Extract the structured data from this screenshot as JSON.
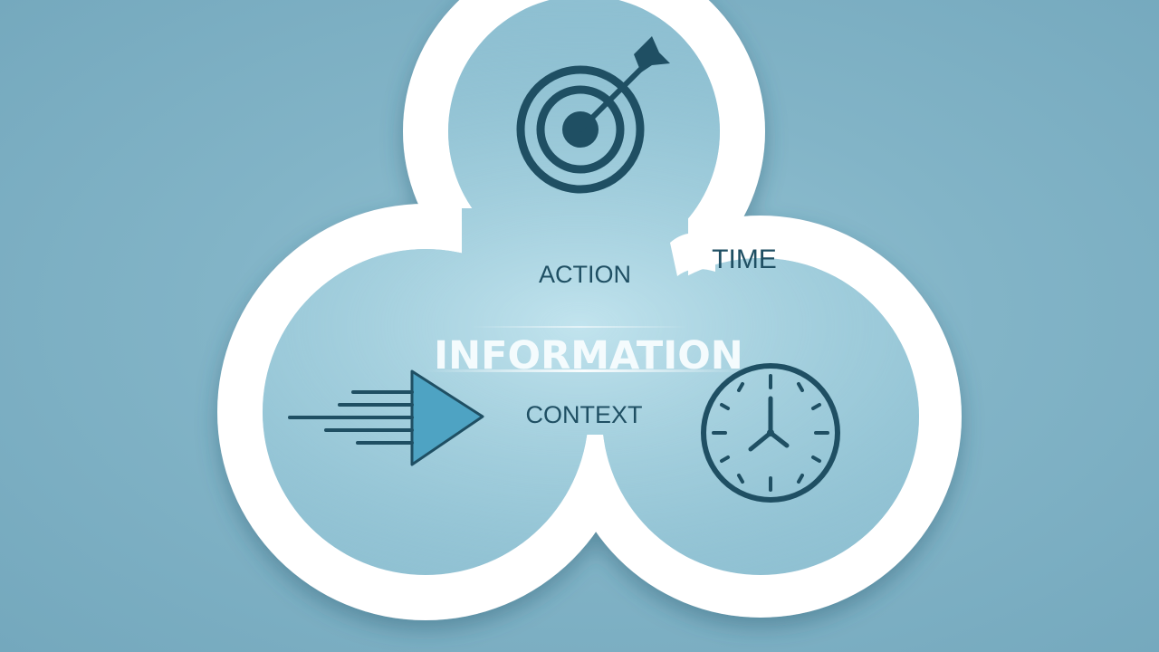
{
  "labels": {
    "center": "INFORMATION",
    "action": "ACTION",
    "time": "TIME",
    "context": "CONTEXT"
  },
  "icons": {
    "top": "target-with-arrow-icon",
    "left": "fast-forward-arrow-icon",
    "right": "clock-icon"
  },
  "colors": {
    "background": "#7fb0c4",
    "frame": "#ffffff",
    "icon": "#1f4f63",
    "arrow_fill": "#4ea3c3",
    "center_text": "#f4fbfd"
  }
}
